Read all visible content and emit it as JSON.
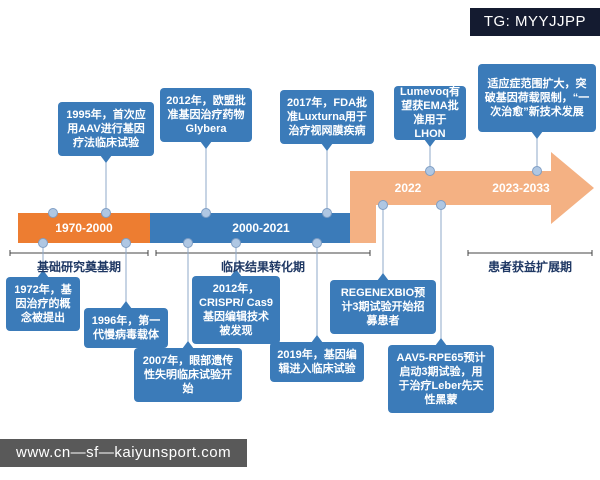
{
  "badge": {
    "text": "TG: MYYJJPP"
  },
  "watermark": {
    "text": "www.cn—sf—kaiyunsport.com"
  },
  "colors": {
    "orange": "#ED7D31",
    "blue": "#3B7BB9",
    "peach": "#F4B183",
    "dot_fill": "#AFC7E3",
    "dot_stroke": "#7F9EC4",
    "phase_text": "#1F3864"
  },
  "timeline": {
    "segment_labels": [
      "1970-2000",
      "2000-2021",
      "2022",
      "2023-2033"
    ],
    "phase_labels": [
      "基础研究奠基期",
      "临床结果转化期",
      "患者获益扩展期"
    ]
  },
  "callouts": {
    "above": [
      {
        "text": "1995年，首次应用AAV进行基因疗法临床试验"
      },
      {
        "text": "2012年，欧盟批准基因治疗药物Glybera"
      },
      {
        "text": "2017年，FDA批准Luxturna用于治疗视网膜疾病"
      },
      {
        "text": "Lumevoq有望获EMA批准用于LHON"
      },
      {
        "text": "适应症范围扩大，突破基因荷载限制，“一次治愈”新技术发展"
      }
    ],
    "below": [
      {
        "text": "1972年，基因治疗的概念被提出"
      },
      {
        "text": "1996年，第一代慢病毒载体"
      },
      {
        "text": "2007年，眼部遗传性失明临床试验开始"
      },
      {
        "text": "2012年，CRISPR/ Cas9基因编辑技术被发现"
      },
      {
        "text": "2019年，基因编辑进入临床试验"
      },
      {
        "text": "REGENEXBIO预计3期试验开始招募患者"
      },
      {
        "text": "AAV5-RPE65预计启动3期试验，用于治疗Leber先天性黑蒙"
      }
    ]
  }
}
